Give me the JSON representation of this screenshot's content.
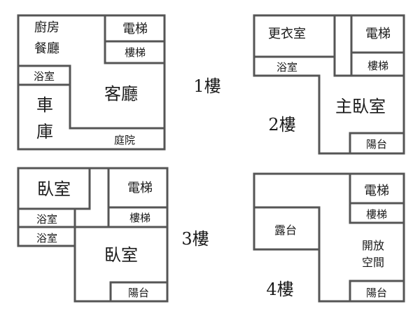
{
  "floors": [
    {
      "label": "1樓",
      "rooms": {
        "kitchen": "廚房",
        "dining": "餐廳",
        "elevator": "電梯",
        "stairs": "樓梯",
        "bath": "浴室",
        "living": "客廳",
        "garage_1": "車",
        "garage_2": "庫",
        "courtyard": "庭院"
      }
    },
    {
      "label": "2樓",
      "rooms": {
        "dressing": "更衣室",
        "elevator": "電梯",
        "stairs": "樓梯",
        "bath": "浴室",
        "master": "主臥室",
        "balcony": "陽台"
      }
    },
    {
      "label": "3樓",
      "rooms": {
        "bedroom_a": "臥室",
        "elevator": "電梯",
        "stairs": "樓梯",
        "bath_a": "浴室",
        "bath_b": "浴室",
        "bedroom_b": "臥室",
        "balcony": "陽台"
      }
    },
    {
      "label": "4樓",
      "rooms": {
        "elevator": "電梯",
        "stairs": "樓梯",
        "terrace": "露台",
        "open_1": "開放",
        "open_2": "空間",
        "balcony": "陽台"
      }
    }
  ]
}
